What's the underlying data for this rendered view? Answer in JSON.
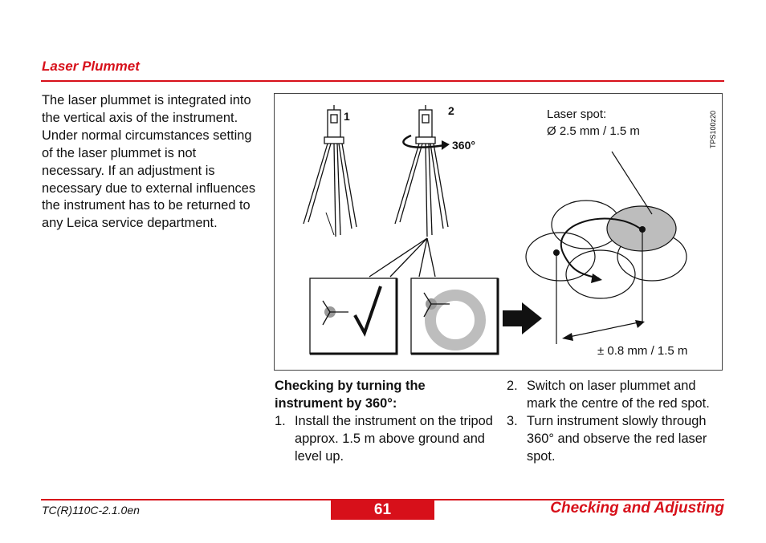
{
  "section": {
    "title": "Laser Plummet"
  },
  "intro": {
    "text": "The laser plummet is integrated into the vertical axis of the instrument. Under normal circumstances setting of the laser plummet is not necessary. If an adjustment is necessary due to external influences the instrument has to be returned to any Leica service department."
  },
  "figure": {
    "label_1": "1",
    "label_2": "2",
    "label_360": "360°",
    "laser_spot_label": "Laser spot:",
    "laser_spot_value": "Ø 2.5 mm / 1.5 m",
    "tolerance": "± 0.8 mm / 1.5 m",
    "figure_code": "TPS100z20",
    "colors": {
      "accent": "#d7101a",
      "spot_fill": "#bdbdbd"
    }
  },
  "procedure": {
    "heading": "Checking by turning the instrument by 360°:",
    "steps": [
      {
        "num": "1.",
        "text": "Install the instrument on the tripod approx. 1.5 m above ground and level up."
      },
      {
        "num": "2.",
        "text": "Switch on laser plummet and mark the centre of the red spot."
      },
      {
        "num": "3.",
        "text": "Turn instrument slowly through 360° and observe the red laser spot."
      }
    ]
  },
  "footer": {
    "doc_id": "TC(R)110C-2.1.0en",
    "page_number": "61",
    "chapter": "Checking and Adjusting"
  }
}
